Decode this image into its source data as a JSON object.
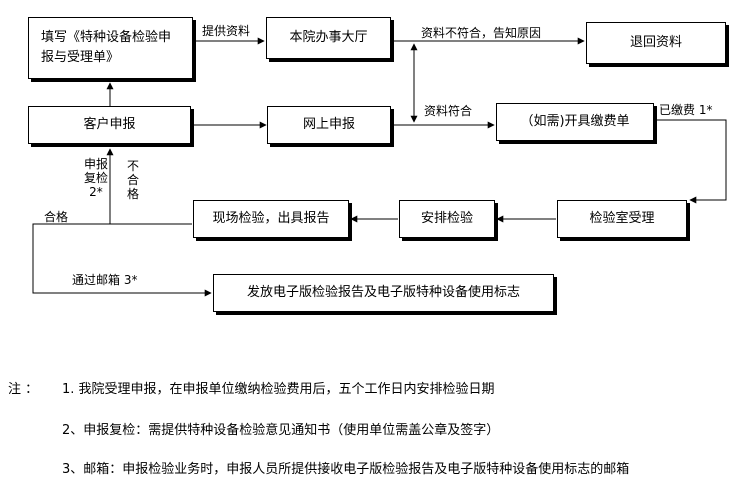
{
  "nodes": {
    "form": "填写《特种设备检验申报与受理单》",
    "hall": "本院办事大厅",
    "return": "退回资料",
    "customer": "客户申报",
    "online": "网上申报",
    "fee": "（如需)开具缴费单",
    "lab": "检验室受理",
    "arrange": "安排检验",
    "onsite": "现场检验，出具报告",
    "issue": "发放电子版检验报告及电子版特种设备使用标志"
  },
  "edges": {
    "provide": "提供资料",
    "notmatch": "资料不符合，告知原因",
    "match": "资料符合",
    "paid": "已缴费 1*",
    "recheck": "申报复检2*",
    "unqualified": "不合格",
    "qualified": "合格",
    "mail": "通过邮箱 3*"
  },
  "notes": {
    "label": "注 ：",
    "n1": "1. 我院受理申报，在申报单位缴纳检验费用后，五个工作日内安排检验日期",
    "n2": "2、申报复检：需提供特种设备检验意见通知书（使用单位需盖公章及签字）",
    "n3": "3、邮箱：申报检验业务时，申报人员所提供接收电子版检验报告及电子版特种设备使用标志的邮箱"
  }
}
